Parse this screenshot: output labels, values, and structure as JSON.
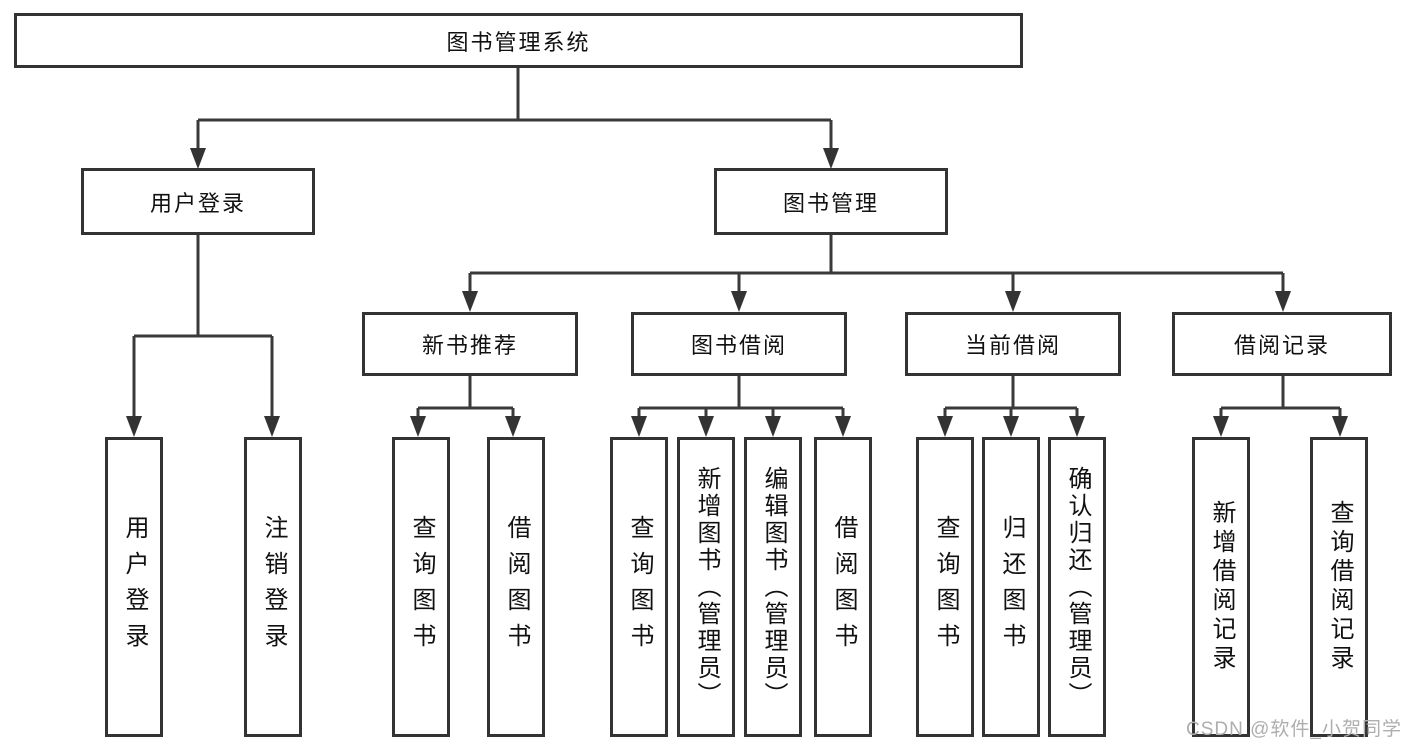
{
  "diagram": {
    "tree": {
      "label": "图书管理系统",
      "children": [
        {
          "label": "用户登录",
          "children": [
            {
              "label": "用户登录"
            },
            {
              "label": "注销登录"
            }
          ]
        },
        {
          "label": "图书管理",
          "children": [
            {
              "label": "新书推荐",
              "children": [
                {
                  "label": "查询图书"
                },
                {
                  "label": "借阅图书"
                }
              ]
            },
            {
              "label": "图书借阅",
              "children": [
                {
                  "label": "查询图书"
                },
                {
                  "label": "新增图书（管理员）"
                },
                {
                  "label": "编辑图书（管理员）"
                },
                {
                  "label": "借阅图书"
                }
              ]
            },
            {
              "label": "当前借阅",
              "children": [
                {
                  "label": "查询图书"
                },
                {
                  "label": "归还图书"
                },
                {
                  "label": "确认归还（管理员）"
                }
              ]
            },
            {
              "label": "借阅记录",
              "children": [
                {
                  "label": "新增借阅记录"
                },
                {
                  "label": "查询借阅记录"
                }
              ]
            }
          ]
        }
      ]
    },
    "colors": {
      "line": "#3a3a3a",
      "box_border": "#333333",
      "text": "#111111",
      "watermark": "#aeaeae",
      "background": "#ffffff"
    }
  },
  "watermark": {
    "text": "CSDN @软件_小贺同学"
  }
}
